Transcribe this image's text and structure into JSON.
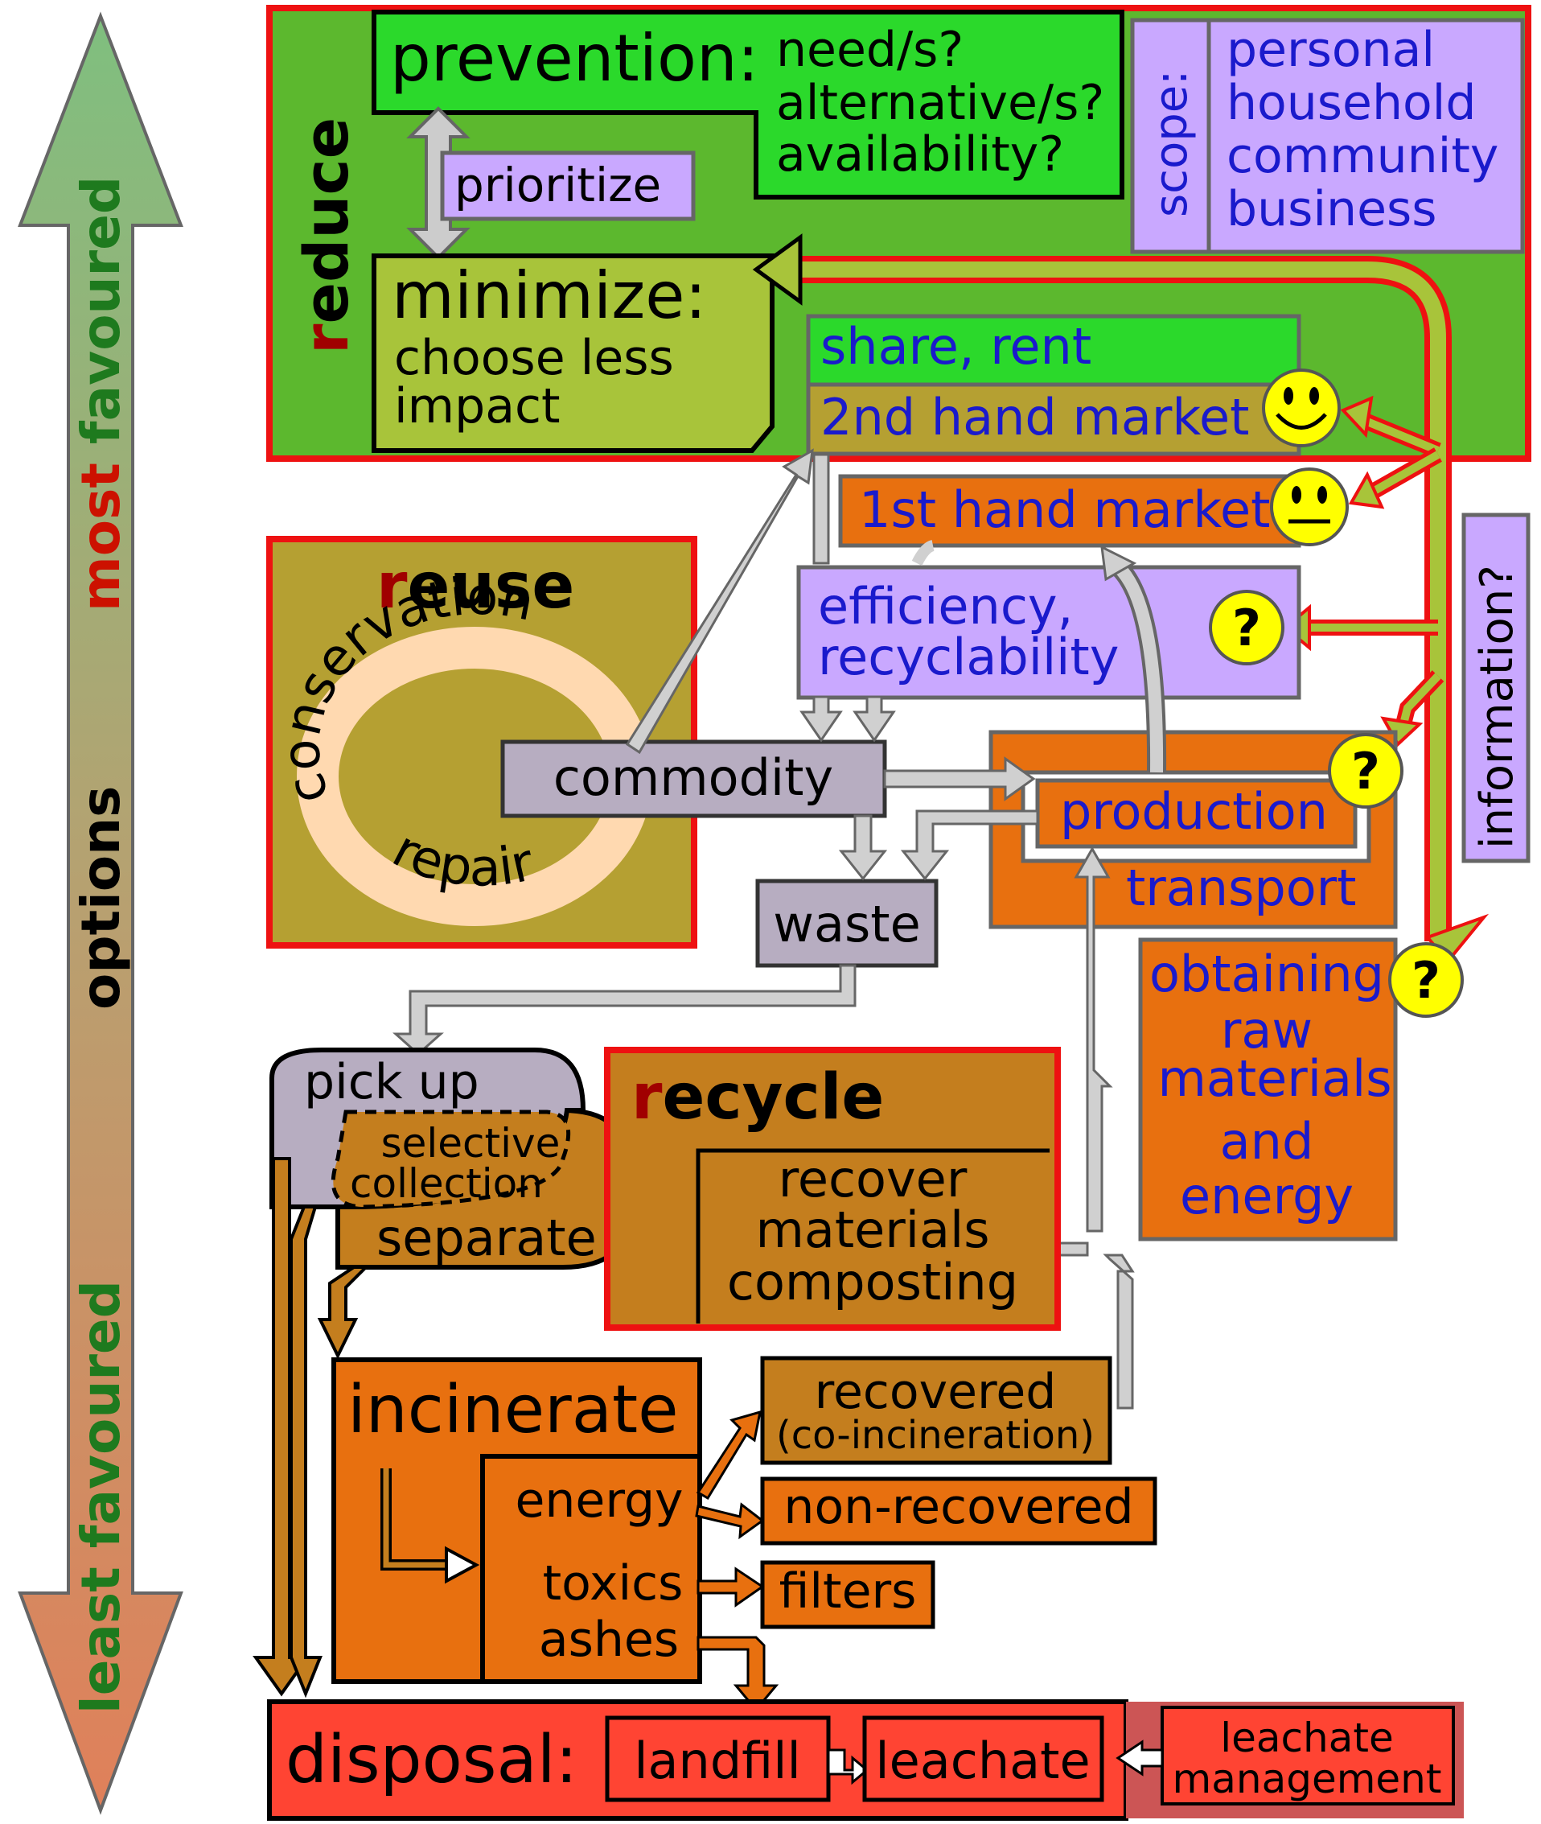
{
  "axis": {
    "most_favoured_word": "most",
    "most_favoured_rest": " favoured",
    "options": "options",
    "least_favoured_word": "least",
    "least_favoured_rest": " favoured"
  },
  "reduce": {
    "title_letter": "r",
    "title_rest": "educe",
    "prevention": "prevention:",
    "prevention_q1": "need/s?",
    "prevention_q2": "alternative/s?",
    "prevention_q3": "availability?",
    "prioritize": "prioritize",
    "minimize": "minimize:",
    "minimize_line1": "choose less",
    "minimize_line2": "impact",
    "scope_label": "scope:",
    "scope_items": [
      "personal",
      "household",
      "community",
      "business"
    ]
  },
  "markets": {
    "share_rent": "share, rent",
    "second_hand": "2nd hand market",
    "first_hand": "1st hand market"
  },
  "efficiency": {
    "line1": "efficiency,",
    "line2": "recyclability"
  },
  "reuse": {
    "title_letter": "r",
    "title_rest": "euse",
    "cycle_top": "conservation",
    "cycle_bottom": "repair"
  },
  "commodity": "commodity",
  "waste": "waste",
  "production": "production",
  "transport": "transport",
  "information": "information?",
  "question_mark": "?",
  "raw": {
    "line1": "obtaining",
    "line2": "raw",
    "line3": "materials",
    "line4": "and",
    "line5": "energy"
  },
  "pickup": {
    "pick_up": "pick up",
    "selective": "selective",
    "collection": "collection",
    "separate": "separate"
  },
  "recycle": {
    "title_letter": "r",
    "title_rest": "ecycle",
    "line1": "recover",
    "line2": "materials",
    "line3": "composting"
  },
  "incinerate": {
    "title": "incinerate",
    "energy": "energy",
    "toxics": "toxics",
    "ashes": "ashes",
    "recovered": "recovered",
    "co_incineration": "(co-incineration)",
    "non_recovered": "non-recovered",
    "filters": "filters"
  },
  "disposal": {
    "title": "disposal:",
    "landfill": "landfill",
    "leachate": "leachate",
    "leachate_mgmt_1": "leachate",
    "leachate_mgmt_2": "management"
  },
  "colors": {
    "red_border": "#ee1111",
    "reduce_green": "#5cb82e",
    "bright_green": "#2bd92b",
    "lime": "#a8c43a",
    "lavender": "#c9a8ff",
    "olive": "#b5a032",
    "orange": "#e8700f",
    "brown": "#c47e1e",
    "grey": "#b7adc1",
    "disposal_red": "#ff4433",
    "blue_text": "#1a1acc",
    "dark_red_letter": "#a00000"
  }
}
